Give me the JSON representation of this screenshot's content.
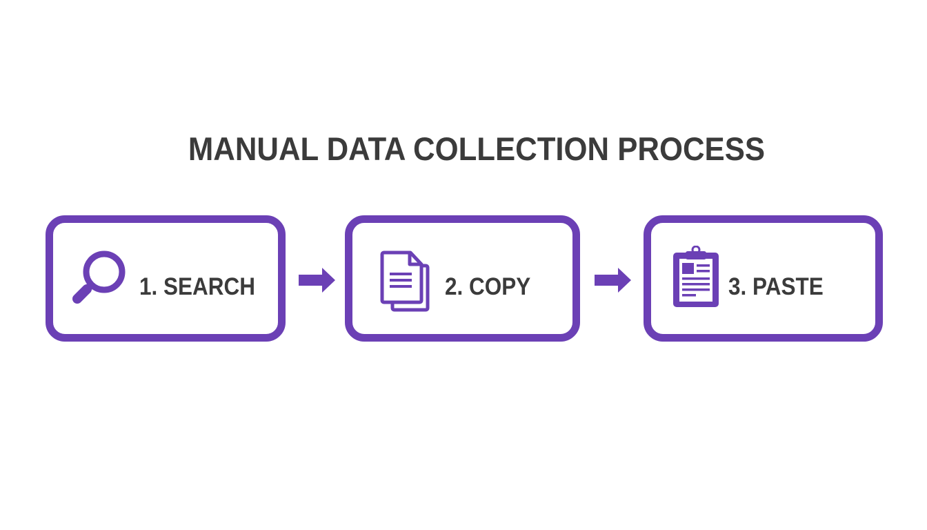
{
  "title": "MANUAL DATA COLLECTION PROCESS",
  "colors": {
    "accent": "#6B40B5",
    "text": "#3B3B3B",
    "background": "#FFFFFF"
  },
  "steps": [
    {
      "number": 1,
      "label": "1. SEARCH",
      "icon": "magnifying-glass-icon"
    },
    {
      "number": 2,
      "label": "2. COPY",
      "icon": "copy-documents-icon"
    },
    {
      "number": 3,
      "label": "3. PASTE",
      "icon": "clipboard-icon"
    }
  ],
  "connectors": [
    {
      "from": 1,
      "to": 2,
      "icon": "arrow-right-icon"
    },
    {
      "from": 2,
      "to": 3,
      "icon": "arrow-right-icon"
    }
  ]
}
